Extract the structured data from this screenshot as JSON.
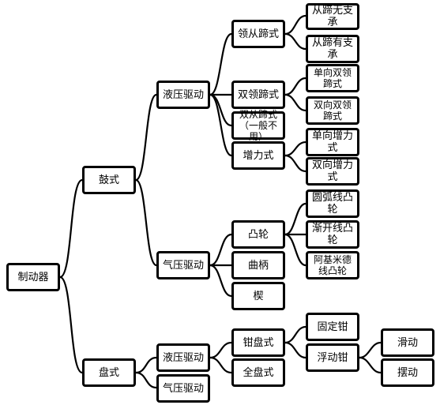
{
  "nodes": {
    "root": "制动器",
    "drum": "鼓式",
    "disc": "盘式",
    "drum_hydraulic": "液压驱动",
    "drum_pneumatic": "气压驱动",
    "leading_trailing": "领从蹄式",
    "double_leading": "双领蹄式",
    "double_trailing_line1": "双从蹄式",
    "double_trailing_line2": "（一般不用）",
    "servo": "增力式",
    "lt_fixed": "从蹄无支承",
    "lt_supported": "从蹄有支承",
    "dl_one_way": "单向双领蹄式",
    "dl_two_way": "双向双领蹄式",
    "servo_one_way": "单向增力式",
    "servo_two_way": "双向增力式",
    "cam": "凸轮",
    "crank": "曲柄",
    "wedge": "楔",
    "cam_arc": "圆弧线凸轮",
    "cam_involute": "渐开线凸轮",
    "cam_archimedes": "阿基米德线凸轮",
    "disc_hydraulic": "液压驱动",
    "disc_pneumatic": "气压驱动",
    "caliper_disc": "钳盘式",
    "full_disc": "全盘式",
    "fixed_caliper": "固定钳",
    "floating_caliper": "浮动钳",
    "sliding": "滑动",
    "swinging": "摆动"
  }
}
